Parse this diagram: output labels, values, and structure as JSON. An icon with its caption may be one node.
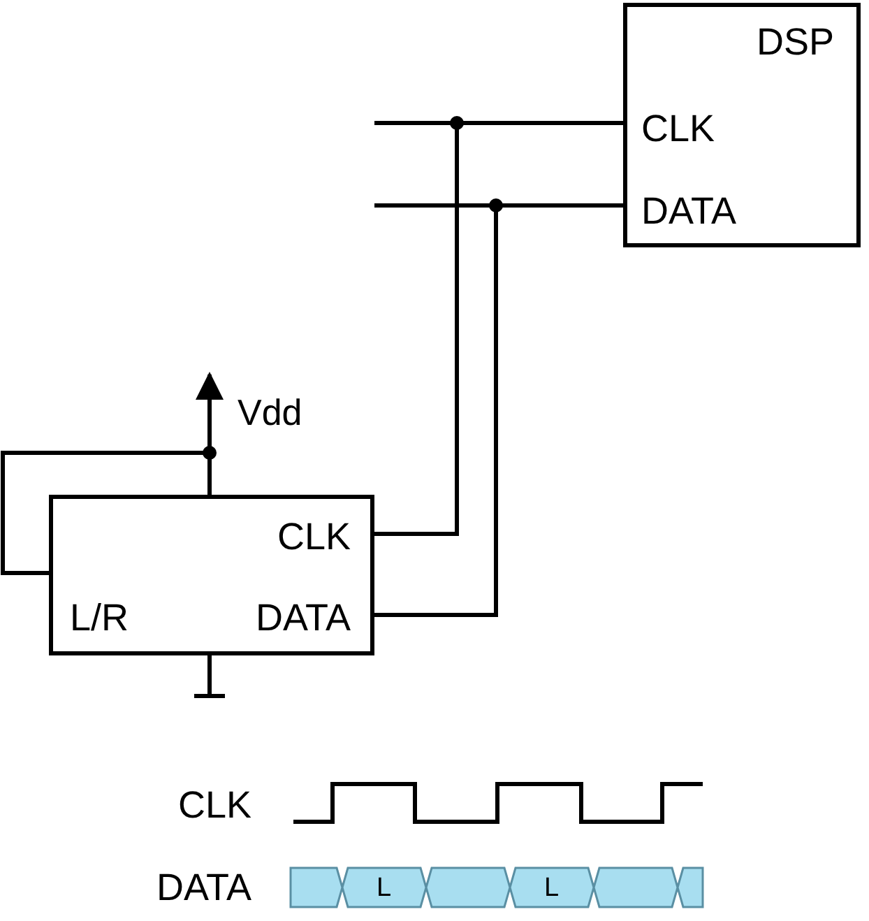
{
  "diagram": {
    "nodes": [
      {
        "text": [
          "DSP",
          "CLK",
          "DATA"
        ]
      },
      {
        "text": [
          "CLK",
          "L/R",
          "DATA"
        ]
      },
      {
        "text": [
          "Vdd"
        ]
      }
    ],
    "edges": [
      {
        "from": 1,
        "to": 0,
        "arrow": "none"
      },
      {
        "from": 1,
        "to": 0,
        "arrow": "none"
      },
      {
        "from": 1,
        "to": 2,
        "arrow": "to"
      }
    ],
    "labels": [
      "CLK",
      "DATA",
      "L",
      "L"
    ]
  }
}
